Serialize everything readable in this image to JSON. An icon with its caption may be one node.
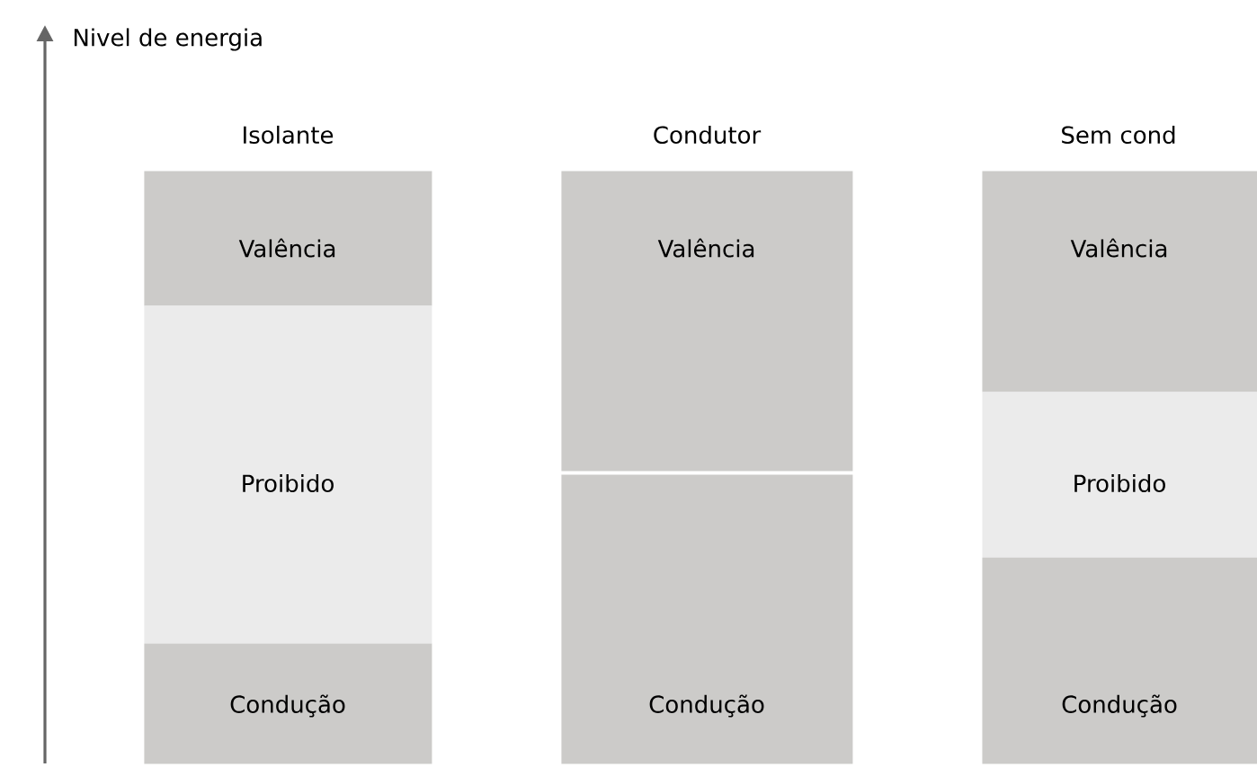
{
  "diagram": {
    "nodes": [
      {
        "text": [
          "Valência"
        ]
      },
      {
        "text": [
          "Proibido"
        ]
      },
      {
        "text": [
          "Condução"
        ]
      },
      {
        "text": [
          "Valência"
        ]
      },
      {
        "text": [
          "Condução"
        ]
      },
      {
        "text": [
          "Valência"
        ]
      },
      {
        "text": [
          "Proibido"
        ]
      },
      {
        "text": [
          "Condução"
        ]
      }
    ],
    "edges": [],
    "labels": [
      "Nivel de energia",
      "Isolante",
      "Condutor",
      "Sem cond"
    ]
  }
}
